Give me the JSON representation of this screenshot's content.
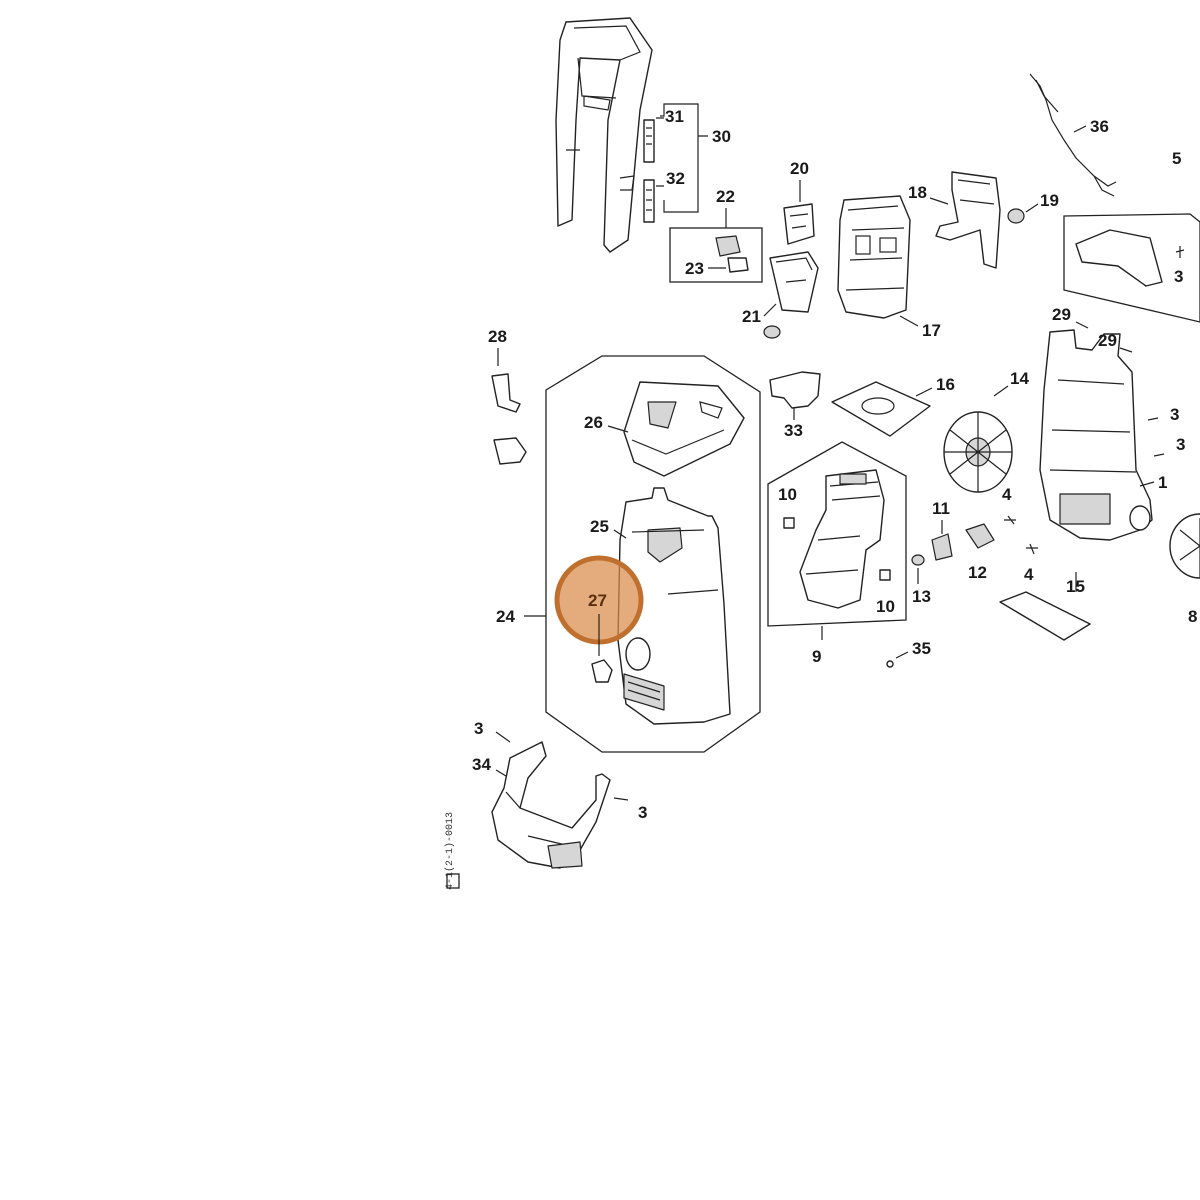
{
  "diagram": {
    "part_numbers": [
      "1",
      "3",
      "4",
      "5",
      "8",
      "9",
      "10",
      "11",
      "12",
      "13",
      "14",
      "15",
      "16",
      "17",
      "18",
      "19",
      "20",
      "21",
      "22",
      "23",
      "24",
      "25",
      "26",
      "27",
      "28",
      "29",
      "30",
      "31",
      "32",
      "33",
      "34",
      "35",
      "36"
    ],
    "highlight": {
      "part": "27",
      "color": "#d98c4a",
      "ring_color": "#c0702e"
    },
    "side_code": "4-1(2-1)-0013",
    "colors": {
      "line": "#222222",
      "background": "#ffffff",
      "fill_gray": "#d6d6d6"
    }
  },
  "labels": {
    "p1": "1",
    "p3a": "3",
    "p3b": "3",
    "p3c": "3",
    "p3d": "3",
    "p3e": "3",
    "p4a": "4",
    "p4b": "4",
    "p5": "5",
    "p8": "8",
    "p9": "9",
    "p10a": "10",
    "p10b": "10",
    "p11": "11",
    "p12": "12",
    "p13": "13",
    "p14": "14",
    "p15": "15",
    "p16": "16",
    "p17": "17",
    "p18": "18",
    "p19": "19",
    "p20": "20",
    "p21": "21",
    "p22": "22",
    "p23": "23",
    "p24": "24",
    "p25": "25",
    "p26": "26",
    "p27": "27",
    "p28": "28",
    "p29a": "29",
    "p29b": "29",
    "p30": "30",
    "p31": "31",
    "p32": "32",
    "p33": "33",
    "p34": "34",
    "p35": "35",
    "p36": "36"
  }
}
